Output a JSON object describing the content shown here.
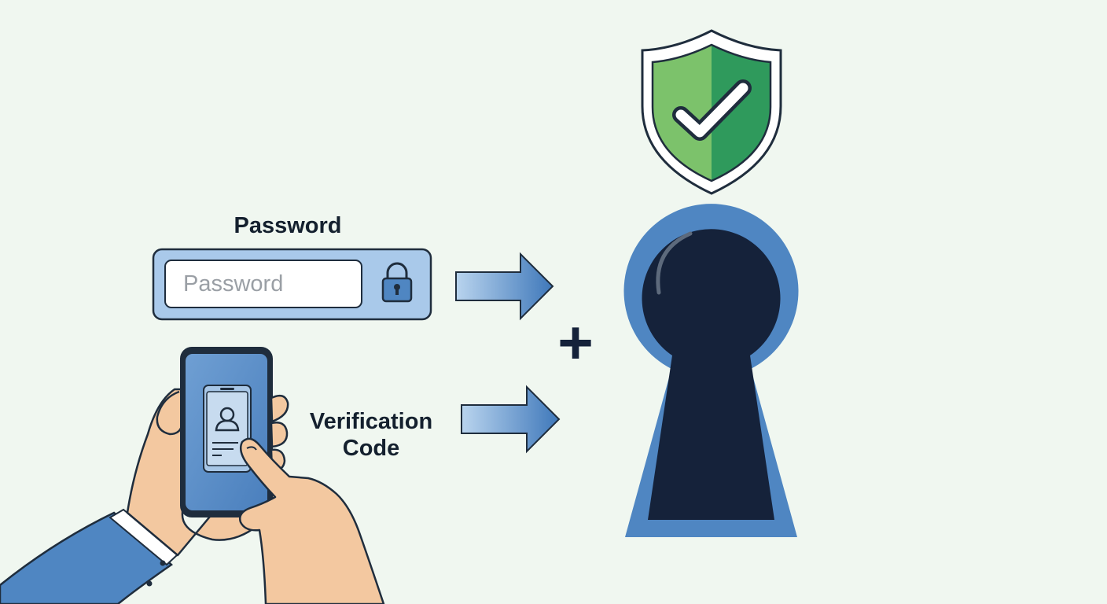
{
  "labels": {
    "password_title": "Password",
    "verification_line1": "Verification",
    "verification_line2": "Code",
    "plus": "+"
  },
  "password_field": {
    "placeholder": "Password",
    "value": ""
  },
  "icons": {
    "lock": "padlock-icon",
    "shield": "shield-check-icon",
    "keyhole": "keyhole-icon",
    "user": "user-profile-icon",
    "arrow": "right-arrow-icon"
  },
  "colors": {
    "background": "#f0f7f0",
    "accent_blue": "#4f86c2",
    "light_blue": "#a9c9ea",
    "dark_navy": "#15223a",
    "shield_green_light": "#7cc26b",
    "shield_green_dark": "#2f9a5c",
    "skin": "#f3c8a0",
    "outline": "#1f2d3d"
  }
}
